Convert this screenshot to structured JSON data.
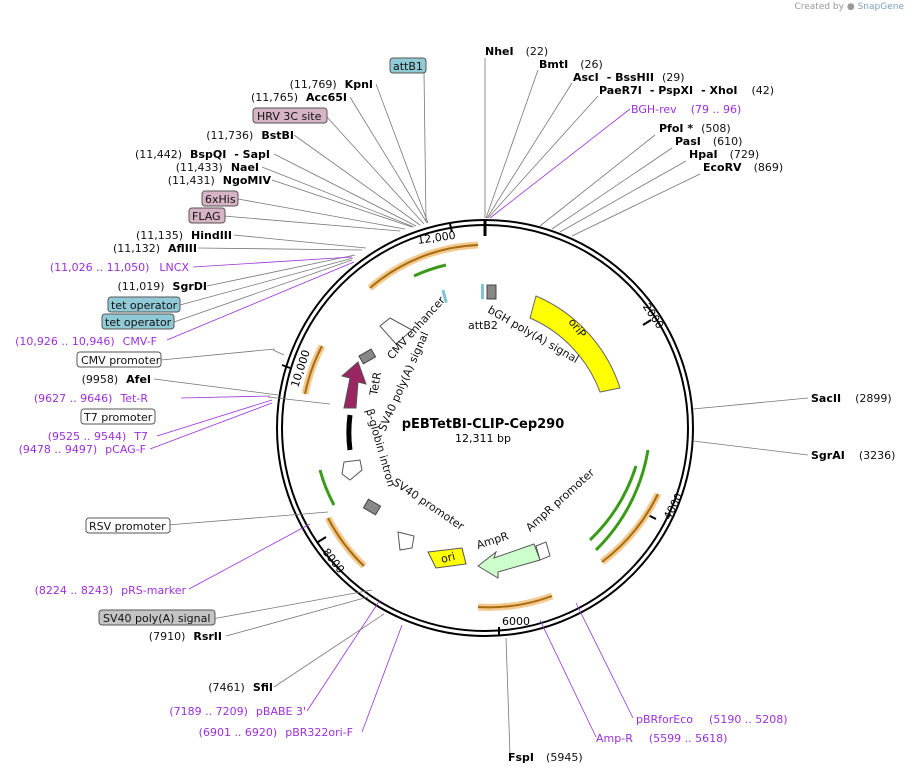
{
  "credit": {
    "prefix": "Created by",
    "brand": "SnapGene"
  },
  "plasmid": {
    "name": "pEBTetBI-CLIP-Cep290",
    "size": "12,311 bp"
  },
  "ruler_ticks": [
    "2000",
    "4000",
    "6000",
    "8000",
    "10,000",
    "12,000"
  ],
  "right_sites": [
    {
      "name": "NheI",
      "pos": "(22)"
    },
    {
      "name": "BmtI",
      "pos": "(26)"
    },
    {
      "name": "AscI",
      "sep": "- BssHII",
      "pos": "(29)"
    },
    {
      "name": "PaeR7I",
      "sep": "- PspXI",
      "extra": "- XhoI",
      "pos": "(42)"
    },
    {
      "primer": "BGH-rev",
      "pos": "(79 .. 96)"
    },
    {
      "name": "PfoI *",
      "pos": "(508)"
    },
    {
      "name": "PasI",
      "pos": "(610)"
    },
    {
      "name": "HpaI",
      "pos": "(729)"
    },
    {
      "name": "EcoRV",
      "pos": "(869)"
    },
    {
      "name": "SacII",
      "pos": "(2899)"
    },
    {
      "name": "SgrAI",
      "pos": "(3236)"
    }
  ],
  "left_sites": [
    {
      "box": "attB1"
    },
    {
      "pos": "(11,769)",
      "name": "KpnI"
    },
    {
      "pos": "(11,765)",
      "name": "Acc65I"
    },
    {
      "box": "HRV 3C site"
    },
    {
      "pos": "(11,736)",
      "name": "BstBI"
    },
    {
      "pos": "(11,442)",
      "name": "BspQI",
      "extra": "- SapI"
    },
    {
      "pos": "(11,433)",
      "name": "NaeI"
    },
    {
      "pos": "(11,431)",
      "name": "NgoMIV"
    },
    {
      "box": "6xHis"
    },
    {
      "box": "FLAG"
    },
    {
      "pos": "(11,135)",
      "name": "HindIII"
    },
    {
      "pos": "(11,132)",
      "name": "AflIII"
    },
    {
      "primer_pos": "(11,026 .. 11,050)",
      "primer": "LNCX"
    },
    {
      "pos": "(11,019)",
      "name": "SgrDI"
    },
    {
      "box": "tet operator"
    },
    {
      "box": "tet operator"
    },
    {
      "primer_pos": "(10,926 .. 10,946)",
      "primer": "CMV-F"
    },
    {
      "box": "CMV promoter"
    },
    {
      "pos": "(9958)",
      "name": "AfeI"
    },
    {
      "primer_pos": "(9627 .. 9646)",
      "primer": "Tet-R"
    },
    {
      "box": "T7 promoter"
    },
    {
      "primer_pos": "(9525 .. 9544)",
      "primer": "T7"
    },
    {
      "primer_pos": "(9478 .. 9497)",
      "primer": "pCAG-F"
    },
    {
      "box": "RSV promoter"
    },
    {
      "primer_pos": "(8224 .. 8243)",
      "primer": "pRS-marker"
    },
    {
      "box": "SV40 poly(A) signal"
    },
    {
      "pos": "(7910)",
      "name": "RsrII"
    }
  ],
  "bottom_sites": [
    {
      "pos": "(7461)",
      "name": "SfiI"
    },
    {
      "primer_pos": "(7189 .. 7209)",
      "primer": "pBABE 3'"
    },
    {
      "primer_pos": "(6901 .. 6920)",
      "primer": "pBR322ori-F"
    },
    {
      "name": "FspI",
      "pos": "(5945)"
    },
    {
      "primer": "Amp-R",
      "pos": "(5599 .. 5618)"
    },
    {
      "primer": "pBRforEco",
      "pos": "(5190 .. 5208)"
    }
  ],
  "features_inner": [
    {
      "label": "oriP"
    },
    {
      "label": "bGH poly(A) signal"
    },
    {
      "label": "attB2"
    },
    {
      "label": "CMV enhancer"
    },
    {
      "label": "SV40 poly(A) signal"
    },
    {
      "label": "TetR"
    },
    {
      "label": "β-globin intron"
    },
    {
      "label": "SV40 promoter"
    },
    {
      "label": "ori"
    },
    {
      "label": "AmpR"
    },
    {
      "label": "AmpR promoter"
    }
  ],
  "colors": {
    "primer": "#9b30d9",
    "orange": "#e8a020",
    "green": "#3a9a1a",
    "yellow": "#ffff00",
    "tetr": "#9b2560",
    "ampr": "#ccffcc"
  }
}
